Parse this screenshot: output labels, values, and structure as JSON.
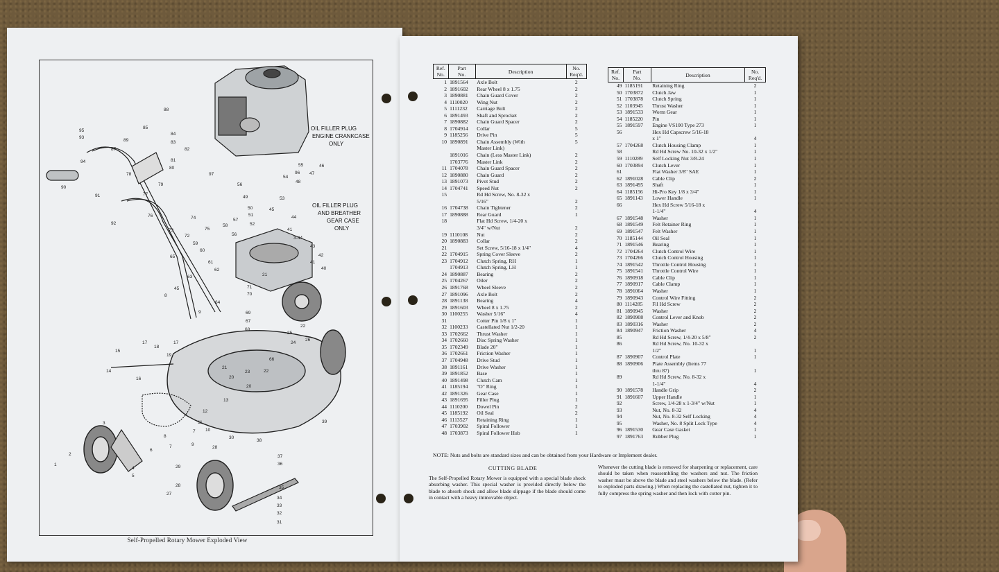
{
  "diagram": {
    "title": "Self-Propelled Rotary Mower Exploded View",
    "callouts": [
      "OIL FILLER PLUG\nENGINE CRANKCASE\nONLY",
      "OIL FILLER PLUG\nAND BREATHER\nGEAR CASE\nONLY"
    ],
    "part_numbers": [
      "1",
      "2",
      "3",
      "4",
      "5",
      "6",
      "7",
      "8",
      "9",
      "10",
      "11",
      "12",
      "13",
      "14",
      "15",
      "16",
      "17",
      "18",
      "19",
      "20",
      "21",
      "22",
      "23",
      "24",
      "25",
      "26",
      "27",
      "28",
      "29",
      "30",
      "31",
      "32",
      "33",
      "34",
      "35",
      "36",
      "37",
      "38",
      "39",
      "40",
      "41",
      "42",
      "43",
      "44",
      "45",
      "46",
      "47",
      "48",
      "49",
      "50",
      "51",
      "52",
      "53",
      "54",
      "55",
      "56",
      "57",
      "58",
      "59",
      "60",
      "61",
      "62",
      "63",
      "64",
      "65",
      "66",
      "67",
      "68",
      "69",
      "70",
      "71",
      "72",
      "73",
      "74",
      "75",
      "76",
      "77",
      "78",
      "79",
      "80",
      "81",
      "82",
      "83",
      "84",
      "85",
      "86",
      "87",
      "88",
      "89",
      "90",
      "91",
      "92",
      "93",
      "94",
      "95",
      "96",
      "97"
    ]
  },
  "table_headers": {
    "ref": "Ref.\nNo.",
    "part": "Part\nNo.",
    "desc": "Description",
    "qty": "No.\nReq'd."
  },
  "table1": [
    [
      "1",
      "1891564",
      "Axle Bolt",
      "2"
    ],
    [
      "2",
      "1891602",
      "Rear Wheel 8 x 1.75",
      "2"
    ],
    [
      "3",
      "1890881",
      "Chain Guard Cover",
      "2"
    ],
    [
      "4",
      "1110020",
      "Wing Nut",
      "2"
    ],
    [
      "5",
      "1111232",
      "Carriage Bolt",
      "2"
    ],
    [
      "6",
      "1891493",
      "Shaft and Sprocket",
      "2"
    ],
    [
      "7",
      "1890882",
      "Chain Guard Spacer",
      "2"
    ],
    [
      "8",
      "1704914",
      "Collar",
      "5"
    ],
    [
      "9",
      "1185256",
      "Drive Pin",
      "5"
    ],
    [
      "10",
      "1890891",
      "Chain Assembly (With",
      "5"
    ],
    [
      "",
      "",
      "Master Link)",
      ""
    ],
    [
      "",
      "1891016",
      "Chain (Less Master Link)",
      "2"
    ],
    [
      "",
      "1703776",
      "Master Link",
      "2"
    ],
    [
      "11",
      "1704078",
      "Chain Guard Spacer",
      "2"
    ],
    [
      "12",
      "1890880",
      "Chain Guard",
      "2"
    ],
    [
      "13",
      "1891073",
      "Pivot Stud",
      "2"
    ],
    [
      "14",
      "1704741",
      "Speed Nut",
      "2"
    ],
    [
      "15",
      "",
      "Rd Hd Screw, No. 8-32 x",
      ""
    ],
    [
      "",
      "",
      "5/16\"",
      "2"
    ],
    [
      "16",
      "1704738",
      "Chain Tightener",
      "2"
    ],
    [
      "17",
      "1890888",
      "Rear Guard",
      "1"
    ],
    [
      "18",
      "",
      "Flat Hd Screw, 1/4-20 x",
      ""
    ],
    [
      "",
      "",
      "3/4\" w/Nut",
      "2"
    ],
    [
      "19",
      "1110108",
      "Nut",
      "2"
    ],
    [
      "20",
      "1890883",
      "Collar",
      "2"
    ],
    [
      "21",
      "",
      "Set Screw, 5/16-18 x 1/4\"",
      "4"
    ],
    [
      "22",
      "1704915",
      "Spring Cover Sleeve",
      "2"
    ],
    [
      "23",
      "1704912",
      "Clutch Spring, RH",
      "1"
    ],
    [
      "",
      "1704913",
      "Clutch Spring, LH",
      "1"
    ],
    [
      "24",
      "1890887",
      "Bearing",
      "2"
    ],
    [
      "25",
      "1704267",
      "Oiler",
      "2"
    ],
    [
      "26",
      "1891768",
      "Wheel Sleeve",
      "2"
    ],
    [
      "27",
      "1891096",
      "Axle Bolt",
      "2"
    ],
    [
      "28",
      "1891138",
      "Bearing",
      "4"
    ],
    [
      "29",
      "1891603",
      "Wheel 8 x 1.75",
      "2"
    ],
    [
      "30",
      "1100255",
      "Washer 5/16\"",
      "4"
    ],
    [
      "31",
      "",
      "Cotter Pin 1/8 x 1\"",
      "1"
    ],
    [
      "32",
      "1100233",
      "Castellated Nut 1/2-20",
      "1"
    ],
    [
      "33",
      "1702662",
      "Thrust Washer",
      "1"
    ],
    [
      "34",
      "1702660",
      "Disc Spring Washer",
      "1"
    ],
    [
      "35",
      "1702349",
      "Blade 20\"",
      "1"
    ],
    [
      "36",
      "1702661",
      "Friction Washer",
      "1"
    ],
    [
      "37",
      "1704948",
      "Drive Stud",
      "1"
    ],
    [
      "38",
      "1891161",
      "Drive Washer",
      "1"
    ],
    [
      "39",
      "1891852",
      "Base",
      "1"
    ],
    [
      "40",
      "1891498",
      "Clutch Cam",
      "1"
    ],
    [
      "41",
      "1185194",
      "\"O\" Ring",
      "1"
    ],
    [
      "42",
      "1891326",
      "Gear Case",
      "1"
    ],
    [
      "43",
      "1891695",
      "Filler Plug",
      "1"
    ],
    [
      "44",
      "1110200",
      "Dowel Pin",
      "2"
    ],
    [
      "45",
      "1185192",
      "Oil Seal",
      "2"
    ],
    [
      "46",
      "1113527",
      "Retaining Ring",
      "1"
    ],
    [
      "47",
      "1703902",
      "Spiral Follower",
      "1"
    ],
    [
      "48",
      "1703873",
      "Spiral Follower Hub",
      "1"
    ]
  ],
  "table2": [
    [
      "49",
      "1185191",
      "Retaining Ring",
      "2"
    ],
    [
      "50",
      "1703872",
      "Clutch Jaw",
      "1"
    ],
    [
      "51",
      "1703878",
      "Clutch Spring",
      "1"
    ],
    [
      "52",
      "1103945",
      "Thrust Washer",
      "1"
    ],
    [
      "53",
      "1891533",
      "Worm Gear",
      "1"
    ],
    [
      "54",
      "1185220",
      "Pin",
      "1"
    ],
    [
      "55",
      "1891597",
      "Engine VS100 Type 273",
      "1"
    ],
    [
      "56",
      "",
      "Hex Hd Capscrew 5/16-18",
      ""
    ],
    [
      "",
      "",
      "x 1\"",
      "4"
    ],
    [
      "57",
      "1704268",
      "Clutch Housing Clamp",
      "1"
    ],
    [
      "58",
      "",
      "Rd Hd Screw No. 10-32 x 1/2\"",
      "1"
    ],
    [
      "59",
      "1110289",
      "Self Locking Nut 3/8-24",
      "1"
    ],
    [
      "60",
      "1703894",
      "Clutch Lever",
      "1"
    ],
    [
      "61",
      "",
      "Flat Washer 3/8\" SAE",
      "1"
    ],
    [
      "62",
      "1891028",
      "Cable Clip",
      "2"
    ],
    [
      "63",
      "1891495",
      "Shaft",
      "1"
    ],
    [
      "64",
      "1185156",
      "Hi-Pro Key 1/8 x 3/4\"",
      "1"
    ],
    [
      "65",
      "1891143",
      "Lower Handle",
      "1"
    ],
    [
      "66",
      "",
      "Hex Hd Screw 5/16-18 x",
      ""
    ],
    [
      "",
      "",
      "1-1/4\"",
      "4"
    ],
    [
      "67",
      "1891548",
      "Washer",
      "1"
    ],
    [
      "68",
      "1891549",
      "Felt Retainer Ring",
      "1"
    ],
    [
      "69",
      "1891547",
      "Felt Washer",
      "1"
    ],
    [
      "70",
      "1185144",
      "Oil Seal",
      "1"
    ],
    [
      "71",
      "1891546",
      "Bearing",
      "1"
    ],
    [
      "72",
      "1704264",
      "Clutch Control Wire",
      "1"
    ],
    [
      "73",
      "1704266",
      "Clutch Control Housing",
      "1"
    ],
    [
      "74",
      "1891542",
      "Throttle Control Housing",
      "1"
    ],
    [
      "75",
      "1891541",
      "Throttle Control Wire",
      "1"
    ],
    [
      "76",
      "1890918",
      "Cable Clip",
      "1"
    ],
    [
      "77",
      "1890917",
      "Cable Clamp",
      "1"
    ],
    [
      "78",
      "1891064",
      "Washer",
      "1"
    ],
    [
      "79",
      "1890943",
      "Control Wire Fitting",
      "2"
    ],
    [
      "80",
      "1114285",
      "Fil Hd Screw",
      "2"
    ],
    [
      "81",
      "1890945",
      "Washer",
      "2"
    ],
    [
      "82",
      "1890908",
      "Control Lever and Knob",
      "2"
    ],
    [
      "83",
      "1890316",
      "Washer",
      "2"
    ],
    [
      "84",
      "1890947",
      "Friction Washer",
      "4"
    ],
    [
      "85",
      "",
      "Rd Hd Screw, 1/4-20 x 5/8\"",
      "2"
    ],
    [
      "86",
      "",
      "Rd Hd Screw, No. 10-32 x",
      ""
    ],
    [
      "",
      "",
      "1/2\"",
      "1"
    ],
    [
      "87",
      "1890907",
      "Control Plate",
      "1"
    ],
    [
      "88",
      "1890906",
      "Plate Assembly (Items 77",
      ""
    ],
    [
      "",
      "",
      "thru 87)",
      "1"
    ],
    [
      "89",
      "",
      "Rd Hd Screw, No. 8-32 x",
      ""
    ],
    [
      "",
      "",
      "1-1/4\"",
      "4"
    ],
    [
      "90",
      "1891578",
      "Handle Grip",
      "2"
    ],
    [
      "91",
      "1891607",
      "Upper Handle",
      "1"
    ],
    [
      "92",
      "",
      "Screw, 1/4-28 x 1-3/4\" w/Nut",
      "1"
    ],
    [
      "93",
      "",
      "Nut, No. 8-32",
      "4"
    ],
    [
      "94",
      "",
      "Nut, No. 8-32 Self Locking",
      "4"
    ],
    [
      "95",
      "",
      "Washer, No. 8 Split Lock Type",
      "4"
    ],
    [
      "96",
      "1891530",
      "Gear Case Gasket",
      "1"
    ],
    [
      "97",
      "1891763",
      "Rubber Plug",
      "1"
    ]
  ],
  "note": "NOTE:  Nuts and bolts are standard sizes and can be obtained from your Hardware or Implement dealer.",
  "cutting_blade": {
    "title": "CUTTING BLADE",
    "col1": "The Self-Propelled Rotary Mower is equipped with a special blade shock absorbing washer. This special washer is provided directly below the blade to absorb shock and allow blade slippage if the blade should come in contact with a heavy immovable object.",
    "col2": "Whenever the cutting blade is removed for sharpening or replacement, care should be taken when reassembling the washers and nut. The friction washer must be above the blade and steel washers below the blade. (Refer to exploded parts drawing.) When replacing the castellated nut, tighten it to fully compress the spring washer and then lock with cotter pin."
  }
}
